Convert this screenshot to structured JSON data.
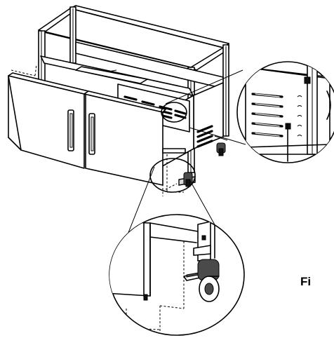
{
  "figure": {
    "label": "Fi"
  },
  "parts": {
    "cart": "grill-cart",
    "doors": [
      "left-door",
      "right-door"
    ],
    "handles": [
      "left-handle",
      "right-handle"
    ],
    "casters": [
      "caster-left",
      "caster-right"
    ],
    "details": [
      "detail-magnifier-bracket",
      "detail-magnifier-caster"
    ]
  }
}
